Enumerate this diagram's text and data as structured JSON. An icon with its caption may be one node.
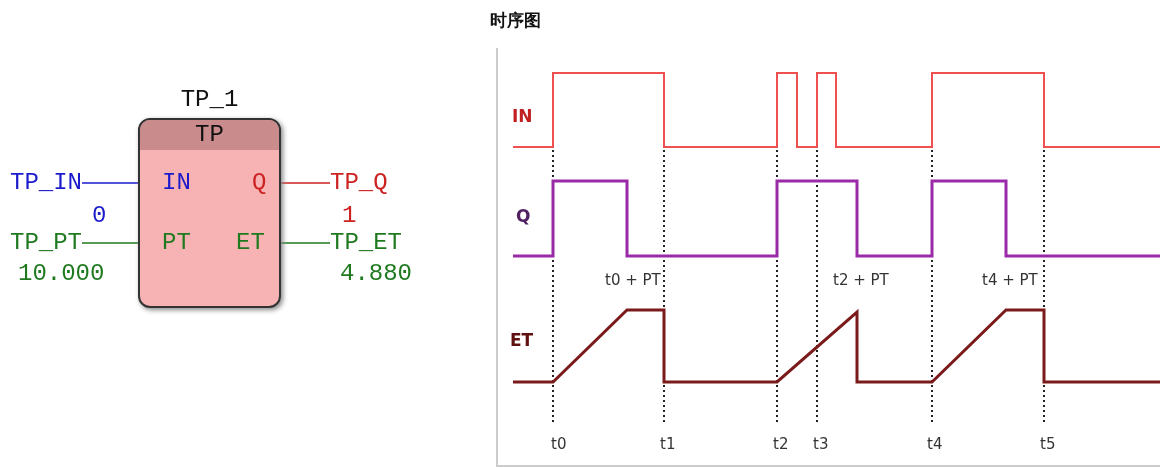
{
  "diagram": {
    "nodes": [
      {
        "text": [
          "TP_1",
          "TP",
          "IN",
          "Q",
          "PT",
          "ET"
        ]
      },
      {
        "text": [
          "TP_IN"
        ],
        "beside": [
          "0"
        ]
      },
      {
        "text": [
          "TP_Q"
        ],
        "beside": [
          "1"
        ]
      },
      {
        "text": [
          "TP_PT"
        ],
        "beside": [
          "10.000"
        ]
      },
      {
        "text": [
          "TP_ET"
        ],
        "beside": [
          "4.880"
        ]
      }
    ],
    "edges": [
      {
        "from": 1,
        "to": 0,
        "arrow": "none",
        "color": "#1a1acc"
      },
      {
        "from": 0,
        "to": 2,
        "arrow": "none",
        "color": "#cc2222"
      },
      {
        "from": 3,
        "to": 0,
        "arrow": "none",
        "color": "#1f7a1f"
      },
      {
        "from": 0,
        "to": 4,
        "arrow": "none",
        "color": "#1f7a1f"
      }
    ],
    "labels": [
      "时序图",
      "IN",
      "Q",
      "t0 + PT",
      "t2 + PT",
      "t4 + PT",
      "ET",
      "t0",
      "t1",
      "t2",
      "t3",
      "t4",
      "t5"
    ]
  }
}
